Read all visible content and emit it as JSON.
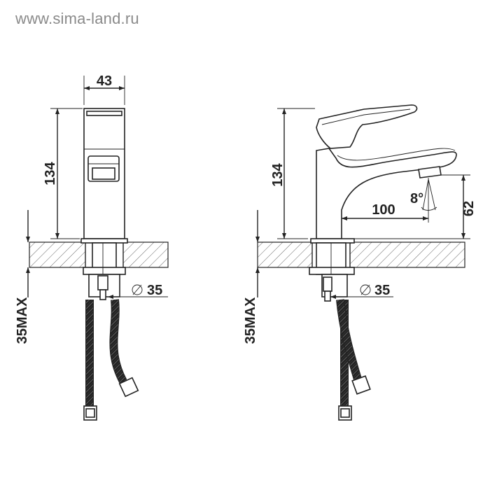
{
  "watermark": "www.sima-land.ru",
  "front_view": {
    "width_label": "43",
    "height_label": "134",
    "diameter_label": "35",
    "max_label": "35MAX"
  },
  "side_view": {
    "height_label": "134",
    "reach_label": "100",
    "angle_label": "8°",
    "spout_height_label": "62",
    "diameter_label": "35",
    "max_label": "35MAX"
  },
  "colors": {
    "line": "#222222",
    "watermark": "#8a8a8a",
    "hatch": "#555555"
  }
}
